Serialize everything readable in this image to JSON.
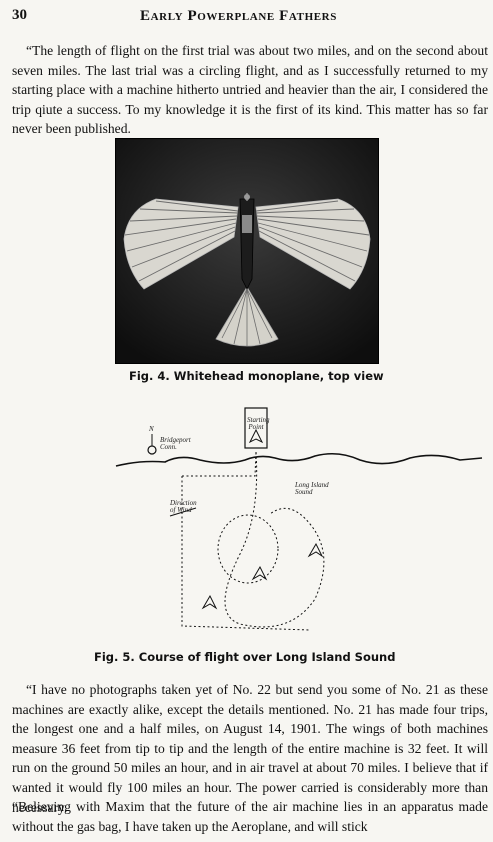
{
  "header": {
    "page_number": "30",
    "running_title": "Early Powerplane Fathers"
  },
  "paragraphs": {
    "p1": "“The length of flight on the first trial was about two miles, and on the second about seven miles. The last trial was a circling flight, and as I successfully returned to my starting place with a machine hitherto untried and heavier than the air, I considered the trip qiute a success. To my knowledge it is the first of its kind. This matter has so far never been published.",
    "p2": "“I have no photographs taken yet of No. 22 but send you some of No. 21 as these machines are exactly alike, except the details mentioned. No. 21 has made four trips, the longest one and a half miles, on August 14, 1901. The wings of both machines measure 36 feet from tip to tip and the length of the entire machine is 32 feet. It will run on the ground 50 miles an hour, and in air travel at about 70 miles. I believe that if wanted it would fly 100 miles an hour. The power carried is considerably more than necessary.",
    "p3": "“Believing with Maxim that the future of the air machine lies in an apparatus made without the gas bag, I have taken up the Aeroplane, and will stick"
  },
  "figures": {
    "fig4_caption": "Fig. 4.  Whitehead monoplane, top view",
    "fig5_caption": "Fig. 5.  Course of flight over Long Island Sound",
    "map_labels": {
      "box_line1": "Starting",
      "box_line2": "Point",
      "bridgeport_line1": "Bridgeport",
      "bridgeport_line2": "Conn.",
      "sound_line1": "Long Island",
      "sound_line2": "Sound",
      "direction_line1": "Direction",
      "direction_line2": "of Wind",
      "north": "N"
    }
  }
}
